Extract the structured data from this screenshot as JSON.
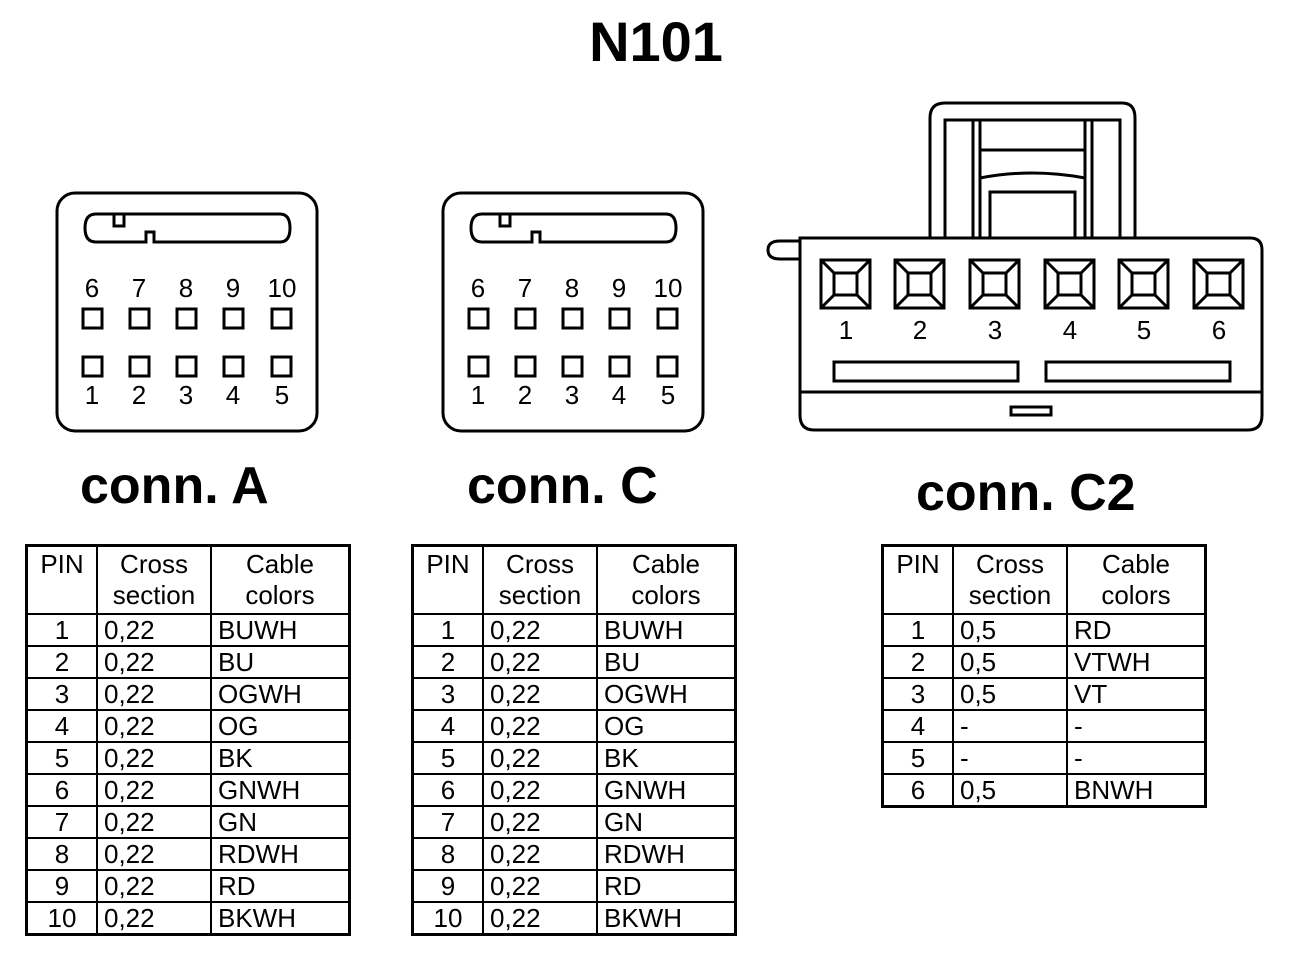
{
  "title": "N101",
  "connectors": [
    {
      "id": "A",
      "label": "conn. A",
      "pins_top": [
        "6",
        "7",
        "8",
        "9",
        "10"
      ],
      "pins_bottom": [
        "1",
        "2",
        "3",
        "4",
        "5"
      ],
      "table": {
        "headers": {
          "pin": "PIN",
          "cross": "Cross section",
          "color": "Cable colors"
        },
        "rows": [
          [
            "1",
            "0,22",
            "BUWH"
          ],
          [
            "2",
            "0,22",
            "BU"
          ],
          [
            "3",
            "0,22",
            "OGWH"
          ],
          [
            "4",
            "0,22",
            "OG"
          ],
          [
            "5",
            "0,22",
            "BK"
          ],
          [
            "6",
            "0,22",
            "GNWH"
          ],
          [
            "7",
            "0,22",
            "GN"
          ],
          [
            "8",
            "0,22",
            "RDWH"
          ],
          [
            "9",
            "0,22",
            "RD"
          ],
          [
            "10",
            "0,22",
            "BKWH"
          ]
        ]
      }
    },
    {
      "id": "C",
      "label": "conn. C",
      "pins_top": [
        "6",
        "7",
        "8",
        "9",
        "10"
      ],
      "pins_bottom": [
        "1",
        "2",
        "3",
        "4",
        "5"
      ],
      "table": {
        "headers": {
          "pin": "PIN",
          "cross": "Cross section",
          "color": "Cable colors"
        },
        "rows": [
          [
            "1",
            "0,22",
            "BUWH"
          ],
          [
            "2",
            "0,22",
            "BU"
          ],
          [
            "3",
            "0,22",
            "OGWH"
          ],
          [
            "4",
            "0,22",
            "OG"
          ],
          [
            "5",
            "0,22",
            "BK"
          ],
          [
            "6",
            "0,22",
            "GNWH"
          ],
          [
            "7",
            "0,22",
            "GN"
          ],
          [
            "8",
            "0,22",
            "RDWH"
          ],
          [
            "9",
            "0,22",
            "RD"
          ],
          [
            "10",
            "0,22",
            "BKWH"
          ]
        ]
      }
    },
    {
      "id": "C2",
      "label": "conn. C2",
      "pins": [
        "1",
        "2",
        "3",
        "4",
        "5",
        "6"
      ],
      "table": {
        "headers": {
          "pin": "PIN",
          "cross": "Cross section",
          "color": "Cable colors"
        },
        "rows": [
          [
            "1",
            "0,5",
            "RD"
          ],
          [
            "2",
            "0,5",
            "VTWH"
          ],
          [
            "3",
            "0,5",
            "VT"
          ],
          [
            "4",
            "-",
            "-"
          ],
          [
            "5",
            "-",
            "-"
          ],
          [
            "6",
            "0,5",
            "BNWH"
          ]
        ]
      }
    }
  ]
}
